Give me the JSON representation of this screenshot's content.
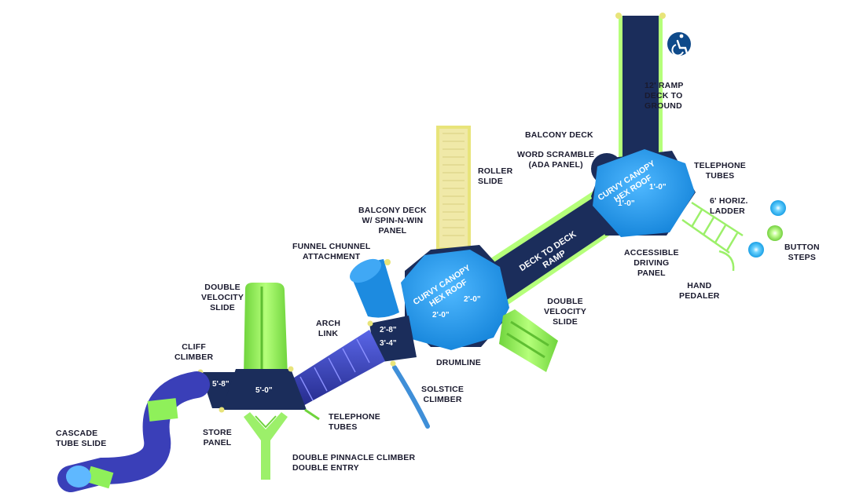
{
  "labels": {
    "ramp_12": [
      "12' RAMP",
      "DECK TO",
      "GROUND"
    ],
    "balcony_deck": [
      "BALCONY DECK"
    ],
    "word_scramble": [
      "WORD SCRAMBLE",
      "(ADA PANEL)"
    ],
    "telephone_tubes_top": [
      "TELEPHONE",
      "TUBES"
    ],
    "roller_slide": [
      "ROLLER",
      "SLIDE"
    ],
    "balcony_spin": [
      "BALCONY DECK",
      "W/ SPIN-N-WIN",
      "PANEL"
    ],
    "horiz_ladder": [
      "6' HORIZ.",
      "LADDER"
    ],
    "button_steps": [
      "BUTTON",
      "STEPS"
    ],
    "accessible_panel": [
      "ACCESSIBLE",
      "DRIVING",
      "PANEL"
    ],
    "funnel": [
      "FUNNEL CHUNNEL",
      "ATTACHMENT"
    ],
    "hand_pedaler": [
      "HAND",
      "PEDALER"
    ],
    "double_velocity_left": [
      "DOUBLE",
      "VELOCITY",
      "SLIDE"
    ],
    "double_velocity_right": [
      "DOUBLE",
      "VELOCITY",
      "SLIDE"
    ],
    "arch_link": [
      "ARCH",
      "LINK"
    ],
    "cliff_climber": [
      "CLIFF",
      "CLIMBER"
    ],
    "drumline": [
      "DRUMLINE"
    ],
    "solstice": [
      "SOLSTICE",
      "CLIMBER"
    ],
    "telephone_tubes_bottom": [
      "TELEPHONE",
      "TUBES"
    ],
    "cascade": [
      "CASCADE",
      "TUBE SLIDE"
    ],
    "store_panel": [
      "STORE",
      "PANEL"
    ],
    "pinnacle": [
      "DOUBLE PINNACLE CLIMBER",
      "DOUBLE ENTRY"
    ]
  },
  "on_structure": {
    "roof_right": [
      "CURVY CANOPY",
      "HEX ROOF"
    ],
    "roof_center": [
      "CURVY CANOPY",
      "HEX ROOF"
    ],
    "ramp_label": [
      "DECK TO DECK",
      "RAMP"
    ],
    "h_right_1": "1'-0\"",
    "h_right_2": "1'-0\"",
    "h_center_1": "2'-0\"",
    "h_center_2": "2'-0\"",
    "h_deck_a": "2'-8\"",
    "h_deck_b": "3'-4\"",
    "h_deck_c": "5'-8\"",
    "h_deck_d": "5'-0\""
  },
  "colors": {
    "navy": "#1b2d5b",
    "roof_blue": "#1d9bf0",
    "lime": "#8ff05a",
    "tube_purple": "#3a3fb8",
    "post_yellow": "#e8e47a"
  },
  "icons": [
    "accessibility-icon"
  ]
}
